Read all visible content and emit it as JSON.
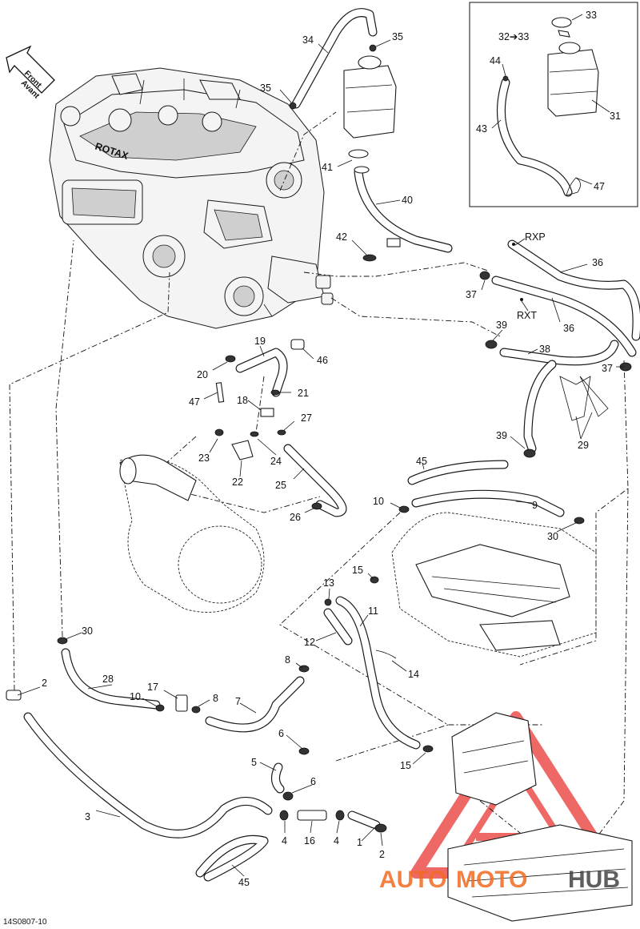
{
  "orientation": {
    "line1": "Front",
    "line2": "Avant"
  },
  "engine": {
    "brand": "ROTAX"
  },
  "hose_labels": {
    "rxp": "RXP",
    "rxt": "RXT"
  },
  "inset": {
    "callout_32": "32➔33"
  },
  "callouts": [
    {
      "key": "c1",
      "text": "1"
    },
    {
      "key": "c2a",
      "text": "2"
    },
    {
      "key": "c2b",
      "text": "2"
    },
    {
      "key": "c3",
      "text": "3"
    },
    {
      "key": "c4a",
      "text": "4"
    },
    {
      "key": "c4b",
      "text": "4"
    },
    {
      "key": "c5",
      "text": "5"
    },
    {
      "key": "c6a",
      "text": "6"
    },
    {
      "key": "c6b",
      "text": "6"
    },
    {
      "key": "c7",
      "text": "7"
    },
    {
      "key": "c8a",
      "text": "8"
    },
    {
      "key": "c8b",
      "text": "8"
    },
    {
      "key": "c9",
      "text": "9"
    },
    {
      "key": "c10a",
      "text": "10"
    },
    {
      "key": "c10b",
      "text": "10"
    },
    {
      "key": "c11",
      "text": "11"
    },
    {
      "key": "c12",
      "text": "12"
    },
    {
      "key": "c13",
      "text": "13"
    },
    {
      "key": "c14",
      "text": "14"
    },
    {
      "key": "c15a",
      "text": "15"
    },
    {
      "key": "c15b",
      "text": "15"
    },
    {
      "key": "c16",
      "text": "16"
    },
    {
      "key": "c17",
      "text": "17"
    },
    {
      "key": "c18",
      "text": "18"
    },
    {
      "key": "c19",
      "text": "19"
    },
    {
      "key": "c20",
      "text": "20"
    },
    {
      "key": "c21",
      "text": "21"
    },
    {
      "key": "c22",
      "text": "22"
    },
    {
      "key": "c23",
      "text": "23"
    },
    {
      "key": "c24",
      "text": "24"
    },
    {
      "key": "c25",
      "text": "25"
    },
    {
      "key": "c26",
      "text": "26"
    },
    {
      "key": "c27",
      "text": "27"
    },
    {
      "key": "c28",
      "text": "28"
    },
    {
      "key": "c29",
      "text": "29"
    },
    {
      "key": "c30a",
      "text": "30"
    },
    {
      "key": "c30b",
      "text": "30"
    },
    {
      "key": "c31",
      "text": "31"
    },
    {
      "key": "c33",
      "text": "33"
    },
    {
      "key": "c34",
      "text": "34"
    },
    {
      "key": "c35a",
      "text": "35"
    },
    {
      "key": "c35b",
      "text": "35"
    },
    {
      "key": "c36a",
      "text": "36"
    },
    {
      "key": "c36b",
      "text": "36"
    },
    {
      "key": "c37a",
      "text": "37"
    },
    {
      "key": "c37b",
      "text": "37"
    },
    {
      "key": "c38",
      "text": "38"
    },
    {
      "key": "c39a",
      "text": "39"
    },
    {
      "key": "c39b",
      "text": "39"
    },
    {
      "key": "c40",
      "text": "40"
    },
    {
      "key": "c41",
      "text": "41"
    },
    {
      "key": "c42",
      "text": "42"
    },
    {
      "key": "c43",
      "text": "43"
    },
    {
      "key": "c44",
      "text": "44"
    },
    {
      "key": "c45a",
      "text": "45"
    },
    {
      "key": "c45b",
      "text": "45"
    },
    {
      "key": "c46",
      "text": "46"
    },
    {
      "key": "c47a",
      "text": "47"
    },
    {
      "key": "c47b",
      "text": "47"
    }
  ],
  "figure_code": "14S0807-10",
  "watermark": {
    "part1": "AUTO",
    "part2": "MOTO",
    "part3": "HUB",
    "color_primary": "#f26a21",
    "color_secondary": "#444444",
    "triangle_color": "#e8302a"
  },
  "colors": {
    "line": "#1a1a1a",
    "background": "#ffffff"
  }
}
